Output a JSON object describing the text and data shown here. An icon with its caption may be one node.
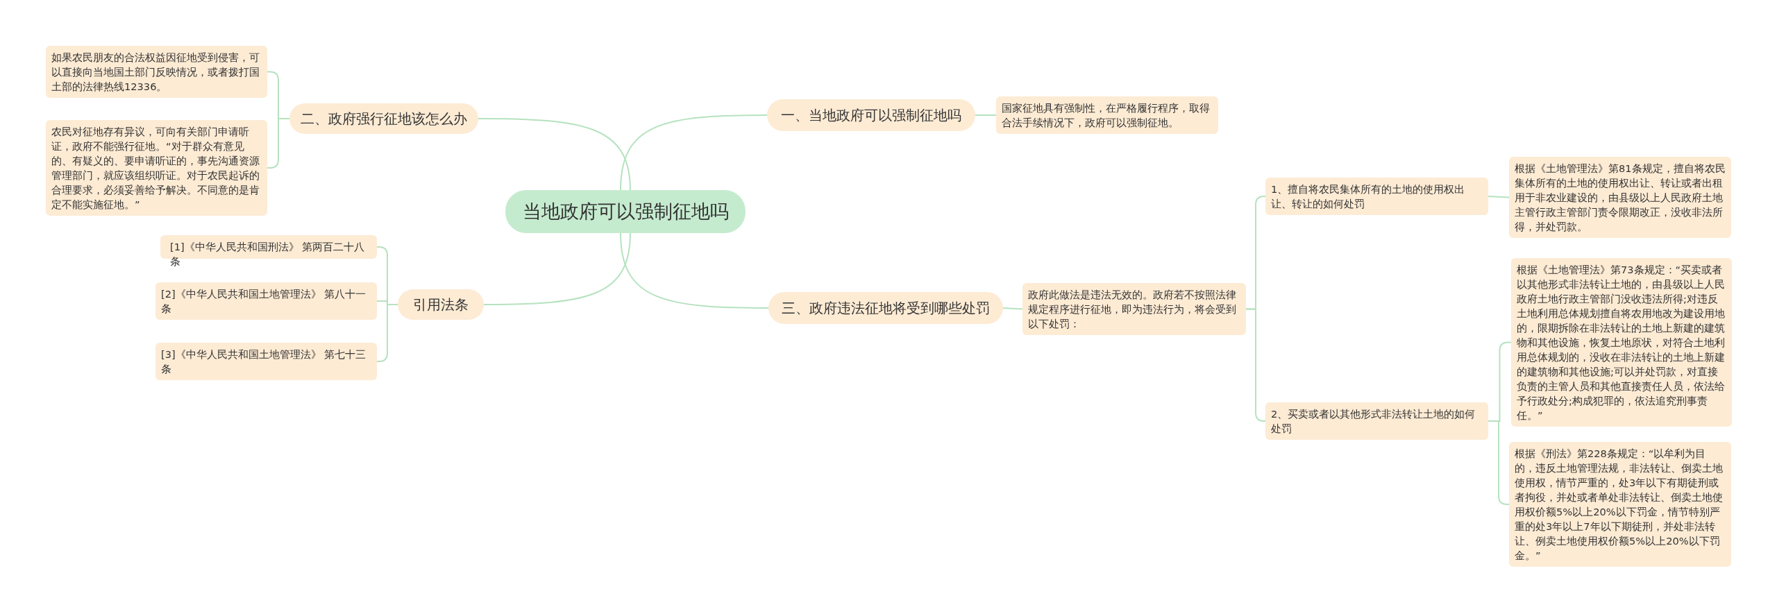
{
  "diagram": {
    "nodes": [
      {
        "text": [
          "当地政府可以强制征地吗"
        ]
      },
      {
        "text": [
          "一、当地政府可以强制征地吗"
        ]
      },
      {
        "text": [
          "国家征地具有强制性，在严格履行程序，取得合法手续情况下，政府可以强制征地。"
        ]
      },
      {
        "text": [
          "三、政府违法征地将受到哪些处罚"
        ]
      },
      {
        "text": [
          "政府此做法是违法无效的。政府若不按照法律规定程序进行征地，即为违法行为，将会受到以下处罚："
        ]
      },
      {
        "text": [
          "1、擅自将农民集体所有的土地的使用权出让、转让的如何处罚"
        ]
      },
      {
        "text": [
          "根据《土地管理法》第81条规定，擅自将农民集体所有的土地的使用权出让、转让或者出租用于非农业建设的，由县级以上人民政府土地主管行政主管部门责令限期改正，没收非法所得，并处罚款。"
        ]
      },
      {
        "text": [
          "2、买卖或者以其他形式非法转让土地的如何处罚"
        ]
      },
      {
        "text": [
          "根据《土地管理法》第73条规定：“买卖或者以其他形式非法转让土地的，由县级以上人民政府土地行政主管部门没收违法所得;对违反土地利用总体规划擅自将农用地改为建设用地的，限期拆除在非法转让的土地上新建的建筑物和其他设施，恢复土地原状，对符合土地利用总体规划的，没收在非法转让的土地上新建的建筑物和其他设施;可以并处罚款，对直接负责的主管人员和其他直接责任人员，依法给予行政处分;构成犯罪的，依法追究刑事责任。”"
        ]
      },
      {
        "text": [
          "根据《刑法》第228条规定：“以牟利为目的，违反土地管理法规，非法转让、倒卖土地使用权，情节严重的，处3年以下有期徒刑或者拘役，并处或者单处非法转让、倒卖土地使用权价额5%以上20%以下罚金，情节特别严重的处3年以上7年以下期徒刑，并处非法转让、例卖土地使用权价额5%以上20%以下罚金。”"
        ]
      },
      {
        "text": [
          "二、政府强行征地该怎么办"
        ]
      },
      {
        "text": [
          "如果农民朋友的合法权益因征地受到侵害，可以直接向当地国土部门反映情况，或者拨打国土部的法律热线12336。"
        ]
      },
      {
        "text": [
          "农民对征地存有异议，可向有关部门申请听证，政府不能强行征地。“对于群众有意见的、有疑义的、要申请听证的，事先沟通资源管理部门，就应该组织听证。对于农民起诉的合理要求，必须妥善给予解决。不同意的是肯定不能实施征地。”"
        ]
      },
      {
        "text": [
          "引用法条"
        ]
      },
      {
        "text": [
          "[1]《中华人民共和国刑法》 第两百二十八条"
        ]
      },
      {
        "text": [
          "[2]《中华人民共和国土地管理法》 第八十一条"
        ]
      },
      {
        "text": [
          "[3]《中华人民共和国土地管理法》 第七十三条"
        ]
      }
    ],
    "edges": [
      {
        "from": 0,
        "to": 1,
        "arrow": "none"
      },
      {
        "from": 1,
        "to": 2,
        "arrow": "none"
      },
      {
        "from": 0,
        "to": 3,
        "arrow": "none"
      },
      {
        "from": 3,
        "to": 4,
        "arrow": "none"
      },
      {
        "from": 4,
        "to": 5,
        "arrow": "none"
      },
      {
        "from": 5,
        "to": 6,
        "arrow": "none"
      },
      {
        "from": 4,
        "to": 7,
        "arrow": "none"
      },
      {
        "from": 7,
        "to": 8,
        "arrow": "none"
      },
      {
        "from": 7,
        "to": 9,
        "arrow": "none"
      },
      {
        "from": 0,
        "to": 10,
        "arrow": "none"
      },
      {
        "from": 10,
        "to": 11,
        "arrow": "none"
      },
      {
        "from": 10,
        "to": 12,
        "arrow": "none"
      },
      {
        "from": 0,
        "to": 13,
        "arrow": "none"
      },
      {
        "from": 13,
        "to": 14,
        "arrow": "none"
      },
      {
        "from": 13,
        "to": 15,
        "arrow": "none"
      },
      {
        "from": 13,
        "to": 16,
        "arrow": "none"
      }
    ]
  }
}
